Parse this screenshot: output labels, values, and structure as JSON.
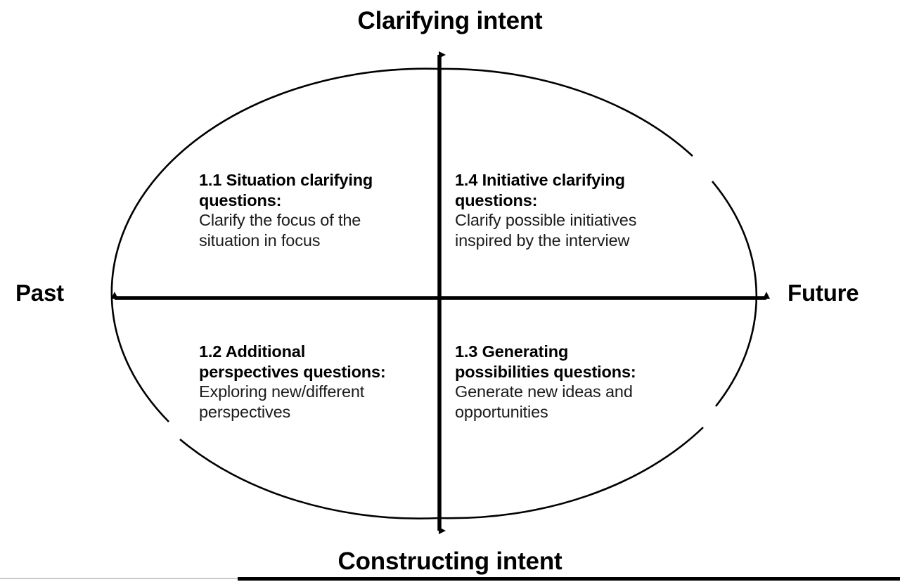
{
  "diagram": {
    "type": "quadrant-matrix-with-ellipse",
    "axes": {
      "vertical_top_label": "Clarifying intent",
      "vertical_bottom_label": "Constructing intent",
      "horizontal_left_label": "Past",
      "horizontal_right_label": "Future"
    },
    "quadrants": [
      {
        "id": "1.1",
        "position": "top-left",
        "title_line1": "1.1 Situation clarifying",
        "title_line2": "questions:",
        "desc_line1": "Clarify the focus of the",
        "desc_line2": "situation in focus"
      },
      {
        "id": "1.4",
        "position": "top-right",
        "title_line1": "1.4 Initiative clarifying",
        "title_line2": "questions:",
        "desc_line1": "Clarify possible initiatives",
        "desc_line2": "inspired by the interview"
      },
      {
        "id": "1.2",
        "position": "bottom-left",
        "title_line1": "1.2 Additional",
        "title_line2": "perspectives questions:",
        "desc_line1": "Exploring new/different",
        "desc_line2": "perspectives"
      },
      {
        "id": "1.3",
        "position": "bottom-right",
        "title_line1": "1.3 Generating",
        "title_line2": "possibilities questions:",
        "desc_line1": "Generate new ideas and",
        "desc_line2": "opportunities"
      }
    ],
    "colors": {
      "stroke": "#000000",
      "text": "#000000",
      "desc_text": "#1b1b1b",
      "background": "#ffffff",
      "rule_dark": "#000000",
      "rule_light": "#c9c9c9"
    }
  }
}
